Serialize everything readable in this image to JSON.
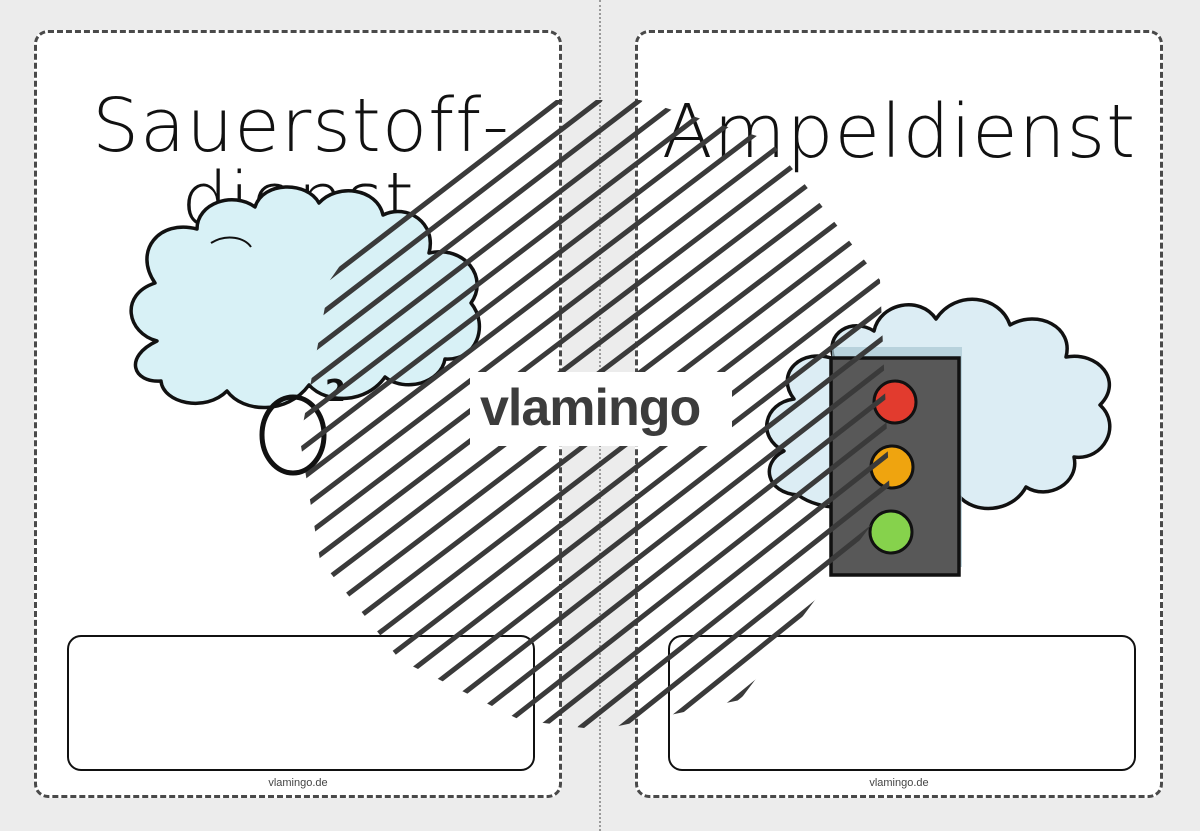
{
  "cards": [
    {
      "title_line1": "Sauerstoff-",
      "title_line2": "dienst",
      "illustration_icon": "oxygen-cloud-icon",
      "formula_letter": "O",
      "formula_sup": "2",
      "footer": "vlamingo.de"
    },
    {
      "title_line1": "Ampeldienst",
      "title_line2": "",
      "illustration_icon": "traffic-light-icon",
      "footer": "vlamingo.de"
    }
  ],
  "watermark": {
    "text": "vlamingo",
    "icon": "stripe-watermark-icon"
  },
  "colors": {
    "cloud_left_fill": "#d8f1f6",
    "cloud_right_fill": "#dcedf4",
    "traffic_light_body": "#585858",
    "light_red": "#e23b2e",
    "light_amber": "#efa40f",
    "light_green": "#86d24c",
    "stripes": "#3a3a3a"
  }
}
